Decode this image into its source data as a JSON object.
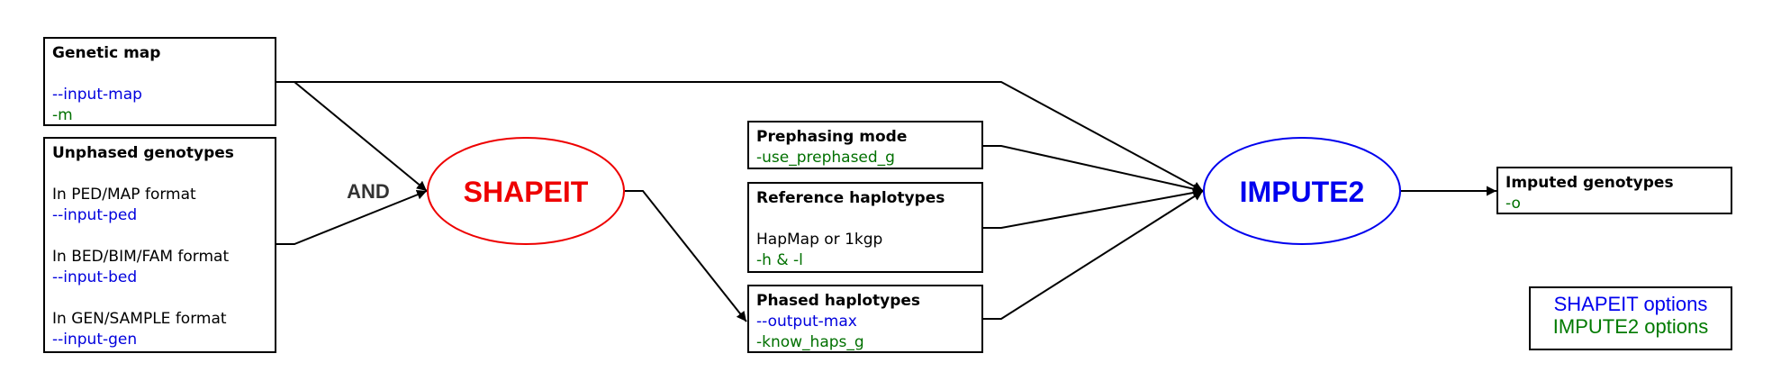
{
  "nodes": {
    "genetic_map": {
      "title": "Genetic map",
      "option_blue": "--input-map",
      "option_green": "-m"
    },
    "unphased": {
      "title": "Unphased genotypes",
      "ped_label": "In PED/MAP format",
      "ped_option": "--input-ped",
      "bed_label": "In BED/BIM/FAM format",
      "bed_option": "--input-bed",
      "gen_label": "In GEN/SAMPLE format",
      "gen_option": "--input-gen"
    },
    "shapeit": {
      "label": "SHAPEIT",
      "color": "#ee0000"
    },
    "impute2": {
      "label": "IMPUTE2",
      "color": "#0000ee"
    },
    "and_label": "AND",
    "prephasing": {
      "title": "Prephasing mode",
      "option_green": "-use_prephased_g"
    },
    "reference": {
      "title": "Reference haplotypes",
      "desc": "HapMap or 1kgp",
      "option_green": "-h & -l"
    },
    "phased": {
      "title": "Phased haplotypes",
      "option_blue": "--output-max",
      "option_green": "-know_haps_g"
    },
    "imputed": {
      "title": "Imputed genotypes",
      "option_green": "-o"
    }
  },
  "legend": {
    "shapeit": "SHAPEIT options",
    "impute2": "IMPUTE2 options"
  },
  "colors": {
    "shapeit_option": "#0000dd",
    "impute2_option": "#007000"
  }
}
